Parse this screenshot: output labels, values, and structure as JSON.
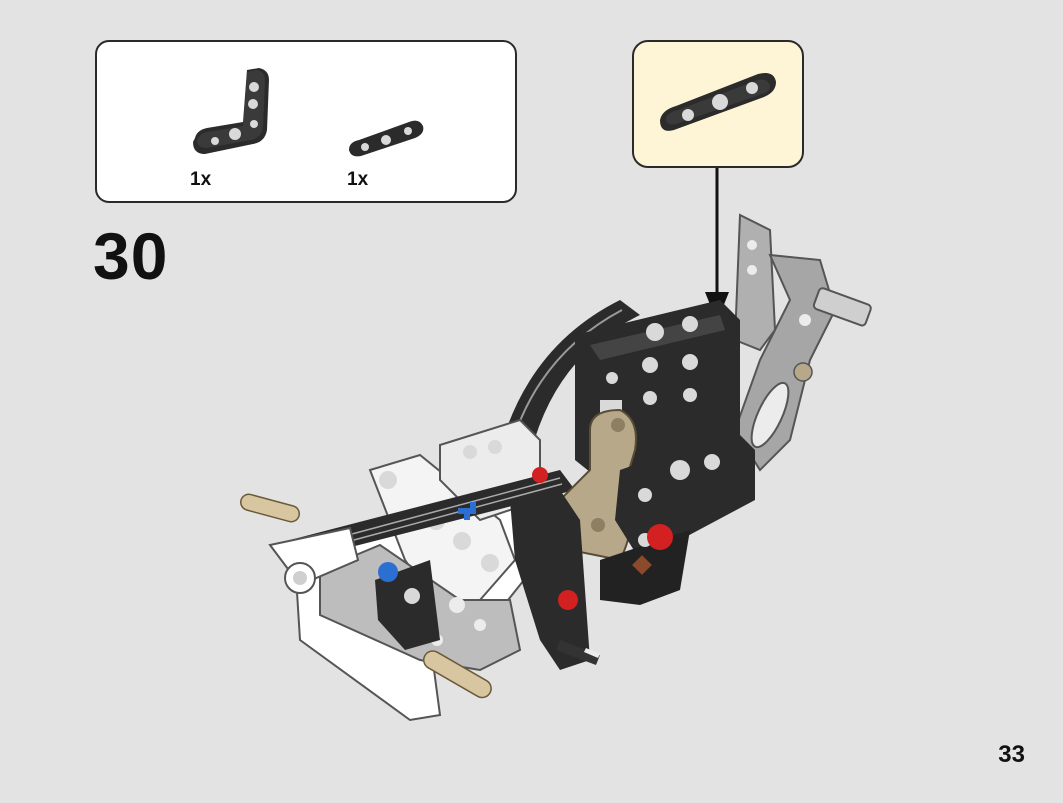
{
  "parts_list": {
    "items": [
      {
        "name": "l-shaped-beam-3x3",
        "quantity": "1x"
      },
      {
        "name": "straight-beam-3",
        "quantity": "1x"
      }
    ]
  },
  "step": {
    "number": "30"
  },
  "page": {
    "number": "33"
  },
  "colors": {
    "background": "#e3e3e3",
    "callout_background": "#fdf5d5",
    "beam_black": "#2b2b2b",
    "beam_gray": "#a6a6a6",
    "tan": "#b8a88a",
    "red_pin": "#d32020",
    "blue_pin": "#2a6fd1"
  }
}
